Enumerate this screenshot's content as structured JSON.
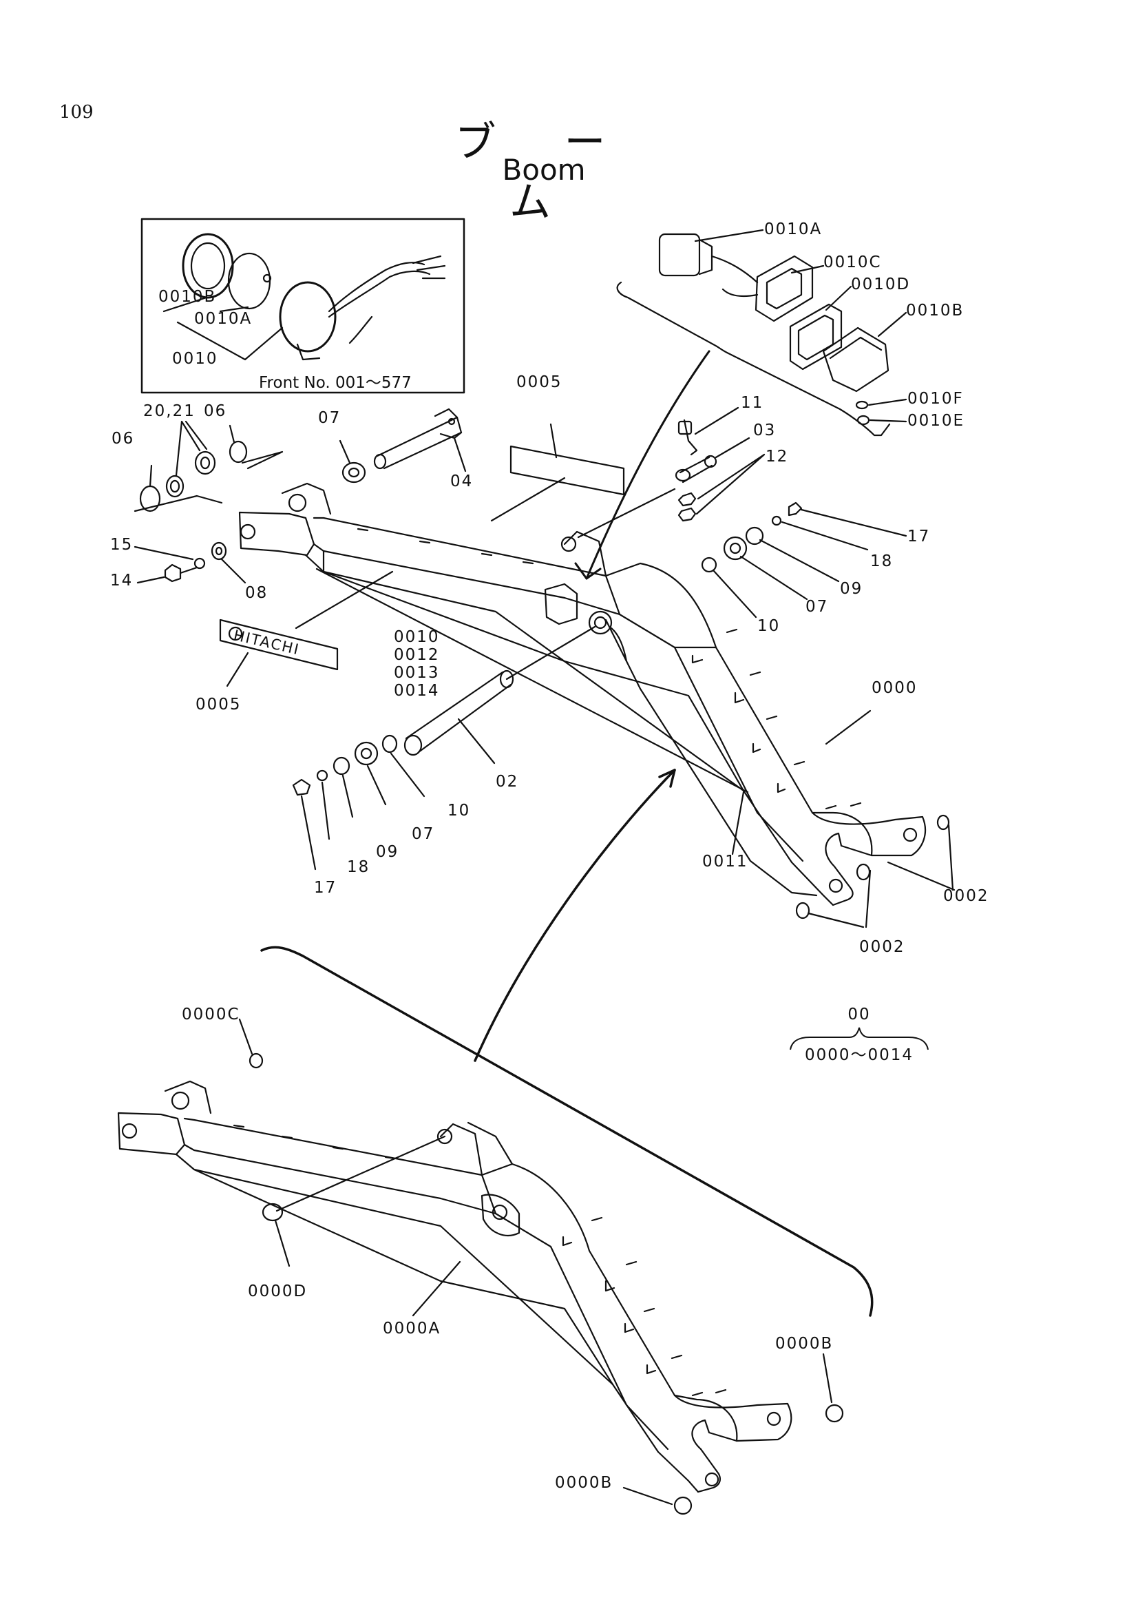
{
  "page_number": "109",
  "title_jp": "ブ ー ム",
  "title_en": "Boom",
  "inset_caption": "Front No. 001～577",
  "brace": {
    "top": "00",
    "bottom": "0000～0014"
  },
  "labels": {
    "l_0010B_a": "0010B",
    "l_0010A_a": "0010A",
    "l_0010_a": "0010",
    "l_0010A_b": "0010A",
    "l_0010C": "0010C",
    "l_0010D": "0010D",
    "l_0010B_b": "0010B",
    "l_0010F": "0010F",
    "l_0010E": "0010E",
    "l_0005_a": "0005",
    "l_11": "11",
    "l_03": "03",
    "l_12": "12",
    "l_2021": "20,21",
    "l_06_a": "06",
    "l_06_b": "06",
    "l_07_a": "07",
    "l_04": "04",
    "l_15": "15",
    "l_14": "14",
    "l_08": "08",
    "l_17_a": "17",
    "l_18_a": "18",
    "l_09_a": "09",
    "l_07_b": "07",
    "l_10_a": "10",
    "l_0010_b": "0010",
    "l_0012": "0012",
    "l_0013": "0013",
    "l_0014": "0014",
    "l_0005_b": "0005",
    "l_0000": "0000",
    "l_02": "02",
    "l_10_b": "10",
    "l_07_c": "07",
    "l_09_b": "09",
    "l_18_b": "18",
    "l_17_b": "17",
    "l_0011": "0011",
    "l_0002_a": "0002",
    "l_0002_b": "0002",
    "l_0000C": "0000C",
    "l_0000D": "0000D",
    "l_0000A": "0000A",
    "l_0000B_a": "0000B",
    "l_0000B_b": "0000B"
  },
  "decal_text": "HITACHI"
}
